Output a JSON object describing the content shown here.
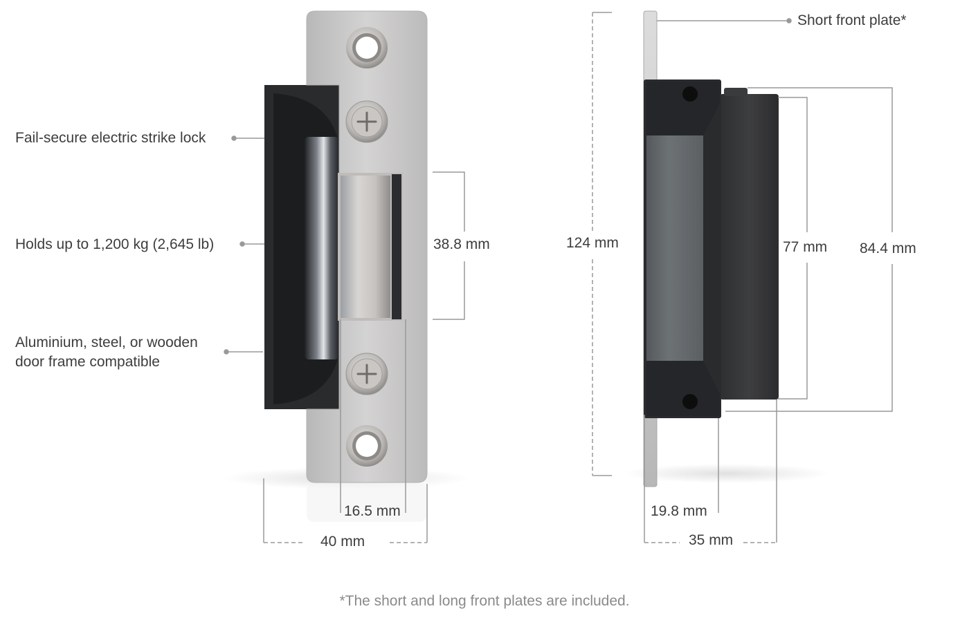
{
  "callouts": {
    "fail_secure": "Fail-secure electric strike lock",
    "holds": "Holds up to 1,200 kg (2,645 lb)",
    "frame_line1": "Aluminium, steel, or wooden",
    "frame_line2": "door frame compatible",
    "short_plate": "Short front plate*"
  },
  "dimensions": {
    "opening_height": "38.8 mm",
    "opening_width": "16.5 mm",
    "front_width": "40 mm",
    "total_height": "124 mm",
    "body_height": "77 mm",
    "housing_height": "84.4 mm",
    "side_depth_small": "19.8 mm",
    "side_depth": "35 mm"
  },
  "footnote": "*The short and long front plates are included.",
  "colors": {
    "plate": "#c9c8c8",
    "housing": "#2a2b2d",
    "line": "#999999",
    "text": "#3d3d3d"
  }
}
